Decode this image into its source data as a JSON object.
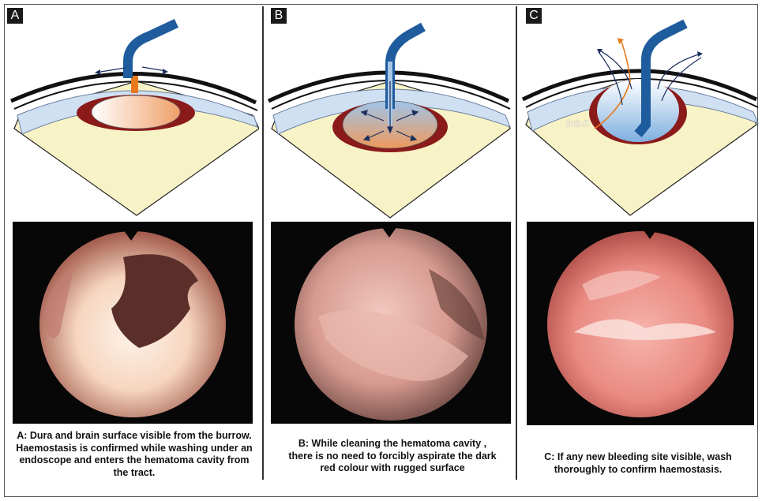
{
  "panels": [
    {
      "letter": "A",
      "caption": "A: Dura and brain surface visible from the burrow. Haemostasis is confirmed while washing under an endoscope and enters the hematoma cavity from the tract."
    },
    {
      "letter": "B",
      "caption": "B: While cleaning the hematoma cavity , there is no need to forcibly aspirate the  dark red colour with rugged surface"
    },
    {
      "letter": "C",
      "caption": "C: If any new bleeding site visible, wash thoroughly to confirm haemostasis.",
      "annotation": "出血点"
    }
  ],
  "colors": {
    "skull": "#111111",
    "dura": "#cfe0f2",
    "brain": "#f8f3c7",
    "hematoma_rim": "#8b1a1a",
    "endoscope": "#1f5c9e",
    "drain": "#e8791e",
    "arrow": "#1b2f5e"
  },
  "icons": [
    "endoscope-icon",
    "drain-tube-icon",
    "flow-arrow-icon",
    "bleeding-path-icon"
  ]
}
